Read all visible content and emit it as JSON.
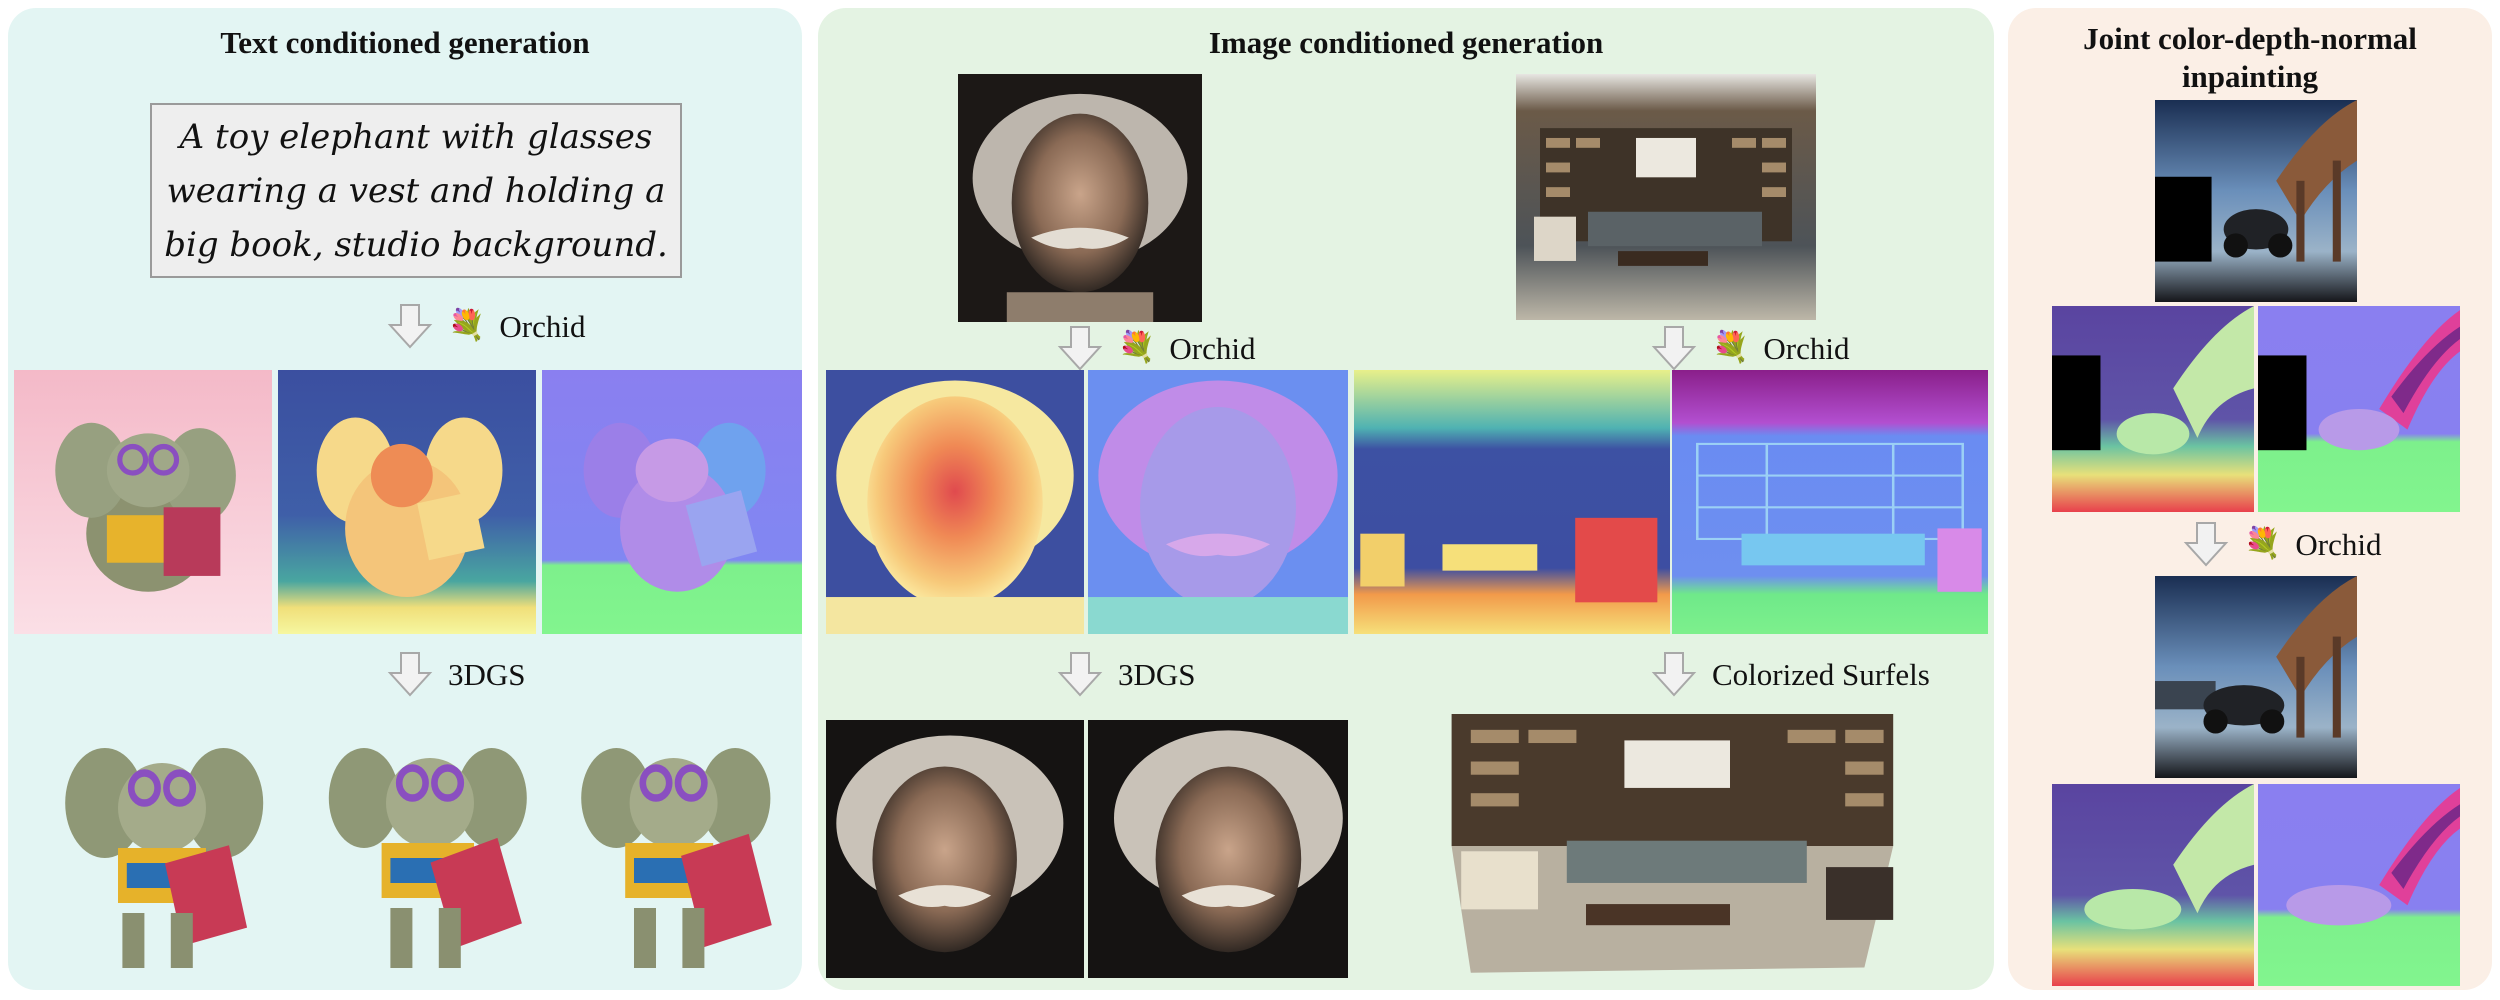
{
  "panels": {
    "text": {
      "title": "Text conditioned generation",
      "prompt": "A toy elephant with glasses wearing a vest and holding a big book, studio background.",
      "step1": "Orchid",
      "step2": "3DGS"
    },
    "image": {
      "title": "Image conditioned generation",
      "left_step1": "Orchid",
      "right_step1": "Orchid",
      "left_step2": "3DGS",
      "right_step2": "Colorized Surfels"
    },
    "inpaint": {
      "title_line1": "Joint color-depth-normal",
      "title_line2": "inpainting",
      "step1": "Orchid"
    }
  },
  "icons": {
    "arrow": "down-arrow-icon",
    "orchid": "orchid-flower-icon"
  },
  "colors": {
    "text_panel_bg": "#e3f5f3",
    "image_panel_bg": "#e4f3e3",
    "inpaint_panel_bg": "#fbefe6",
    "arrow_fill": "#f2f2f2",
    "arrow_stroke": "#a8a8a8"
  }
}
